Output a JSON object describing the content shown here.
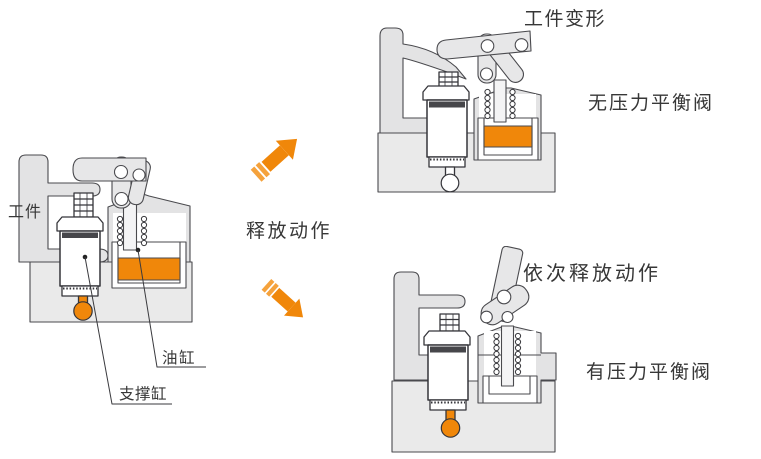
{
  "page": {
    "background": "#ffffff",
    "type": "hydraulic-clamp-release-diagram"
  },
  "colors": {
    "accent_orange": "#F0870A",
    "stripe_orange": "#F5A23C",
    "part_gray": "#E3E3E4",
    "link_gray": "#E7E7E8",
    "ground_gray": "#EAEAEA",
    "outline": "#4A4A4E",
    "dark_band": "#46464A",
    "text": "#373737"
  },
  "icons": {
    "up": "arrow-up-right-icon",
    "down": "arrow-down-right-icon"
  },
  "left_diagram": {
    "description": "clamped assembly with support cylinder and oil cylinder",
    "labels": {
      "workpiece": "工件",
      "oil_cylinder": "油缸",
      "support_cylinder": "支撑缸"
    }
  },
  "center": {
    "caption": "释放动作"
  },
  "top_right_diagram": {
    "title": "工件变形",
    "caption": "无压力平衡阀"
  },
  "bottom_right_diagram": {
    "title": "依次释放动作",
    "caption": "有压力平衡阀"
  }
}
